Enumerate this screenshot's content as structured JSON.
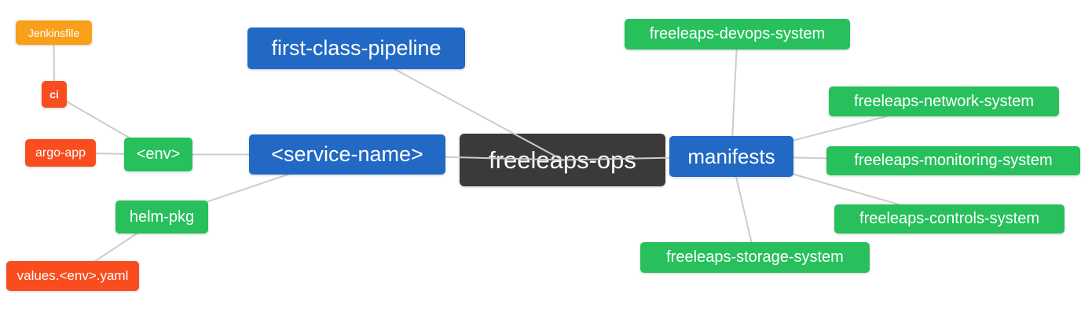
{
  "colors": {
    "root_bg": "#3c3939",
    "primary_bg": "#2169c4",
    "success_bg": "#27c05c",
    "warning_bg": "#f9a01b",
    "danger_bg": "#f94d1f",
    "edge": "#cccccc",
    "text": "#ffffff",
    "background": "#ffffff"
  },
  "nodes": [
    {
      "id": "jenkinsfile",
      "label": "Jenkinsfile",
      "color": "warning_bg"
    },
    {
      "id": "ci",
      "label": "ci",
      "color": "danger_bg"
    },
    {
      "id": "argo-app",
      "label": "argo-app",
      "color": "danger_bg"
    },
    {
      "id": "env",
      "label": "<env>",
      "color": "success_bg"
    },
    {
      "id": "helm-pkg",
      "label": "helm-pkg",
      "color": "success_bg"
    },
    {
      "id": "values-env-yaml",
      "label": "values.<env>.yaml",
      "color": "danger_bg"
    },
    {
      "id": "first-class-pipeline",
      "label": "first-class-pipeline",
      "color": "primary_bg"
    },
    {
      "id": "service-name",
      "label": "<service-name>",
      "color": "primary_bg"
    },
    {
      "id": "freeleaps-ops",
      "label": "freeleaps-ops",
      "color": "root_bg"
    },
    {
      "id": "manifests",
      "label": "manifests",
      "color": "primary_bg"
    },
    {
      "id": "freeleaps-devops-system",
      "label": "freeleaps-devops-system",
      "color": "success_bg"
    },
    {
      "id": "freeleaps-network-system",
      "label": "freeleaps-network-system",
      "color": "success_bg"
    },
    {
      "id": "freeleaps-monitoring-system",
      "label": "freeleaps-monitoring-system",
      "color": "success_bg"
    },
    {
      "id": "freeleaps-controls-system",
      "label": "freeleaps-controls-system",
      "color": "success_bg"
    },
    {
      "id": "freeleaps-storage-system",
      "label": "freeleaps-storage-system",
      "color": "success_bg"
    }
  ],
  "edges": [
    {
      "from": "jenkinsfile",
      "to": "ci"
    },
    {
      "from": "ci",
      "to": "env"
    },
    {
      "from": "argo-app",
      "to": "env"
    },
    {
      "from": "env",
      "to": "service-name"
    },
    {
      "from": "helm-pkg",
      "to": "service-name"
    },
    {
      "from": "values-env-yaml",
      "to": "helm-pkg"
    },
    {
      "from": "first-class-pipeline",
      "to": "freeleaps-ops"
    },
    {
      "from": "service-name",
      "to": "freeleaps-ops"
    },
    {
      "from": "freeleaps-ops",
      "to": "manifests"
    },
    {
      "from": "manifests",
      "to": "freeleaps-devops-system"
    },
    {
      "from": "manifests",
      "to": "freeleaps-network-system"
    },
    {
      "from": "manifests",
      "to": "freeleaps-monitoring-system"
    },
    {
      "from": "manifests",
      "to": "freeleaps-controls-system"
    },
    {
      "from": "manifests",
      "to": "freeleaps-storage-system"
    }
  ]
}
